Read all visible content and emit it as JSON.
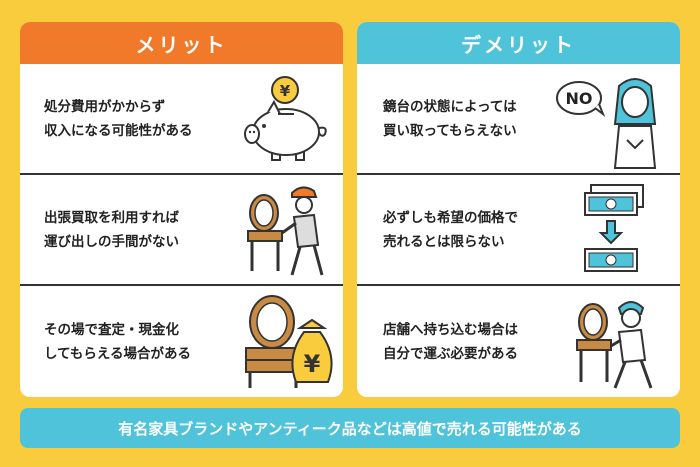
{
  "merits": {
    "title": "メリット",
    "items": [
      {
        "line1": "処分費用がかからず",
        "line2": "収入になる可能性がある",
        "icon": "piggy-bank-yen-icon"
      },
      {
        "line1": "出張買取を利用すれば",
        "line2": "運び出しの手間がない",
        "icon": "mover-carrying-dresser-icon"
      },
      {
        "line1": "その場で査定・現金化",
        "line2": "してもらえる場合がある",
        "icon": "dresser-money-bag-icon"
      }
    ]
  },
  "demerits": {
    "title": "デメリット",
    "items": [
      {
        "line1": "鏡台の状態によっては",
        "line2": "買い取ってもらえない",
        "icon": "woman-saying-no-icon",
        "bubble": "NO"
      },
      {
        "line1": "必ずしも希望の価格で",
        "line2": "売れるとは限らない",
        "icon": "banknotes-decrease-icon"
      },
      {
        "line1": "店舗へ持ち込む場合は",
        "line2": "自分で運ぶ必要がある",
        "icon": "man-carrying-dresser-icon"
      }
    ]
  },
  "footer": {
    "text": "有名家具ブランドやアンティーク品などは高値で売れる可能性がある"
  },
  "colors": {
    "background": "#f9cc3e",
    "merit_accent": "#f07a2a",
    "demerit_accent": "#4fc3d9",
    "dresser_wood": "#c98a43",
    "money_bag": "#f9cc3e"
  }
}
